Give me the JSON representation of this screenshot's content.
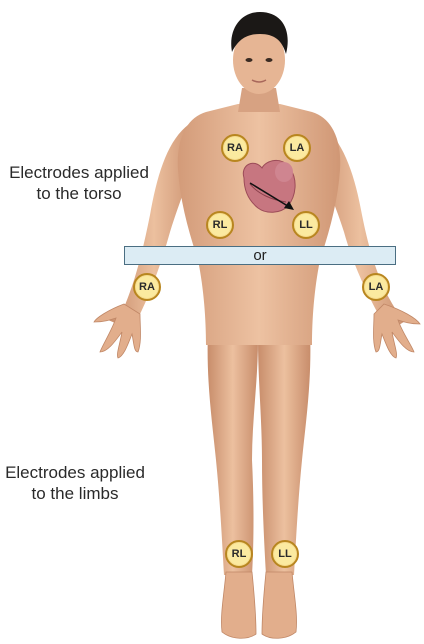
{
  "labels": {
    "torso_caption": "Electrodes applied to the torso",
    "limbs_caption": "Electrodes applied to the limbs",
    "or": "or"
  },
  "electrodes": {
    "torso": {
      "ra": "RA",
      "la": "LA",
      "rl": "RL",
      "ll": "LL"
    },
    "limbs": {
      "ra": "RA",
      "la": "LA",
      "rl": "RL",
      "ll": "LL"
    }
  },
  "colors": {
    "skin": "#e6b594",
    "skin_shadow": "#c98d6c",
    "hair": "#1b1816",
    "heart": "#b8626e",
    "electrode_fill": "#fbeaa0",
    "electrode_border": "#b8861f",
    "or_bar_fill": "#dcecf4"
  }
}
